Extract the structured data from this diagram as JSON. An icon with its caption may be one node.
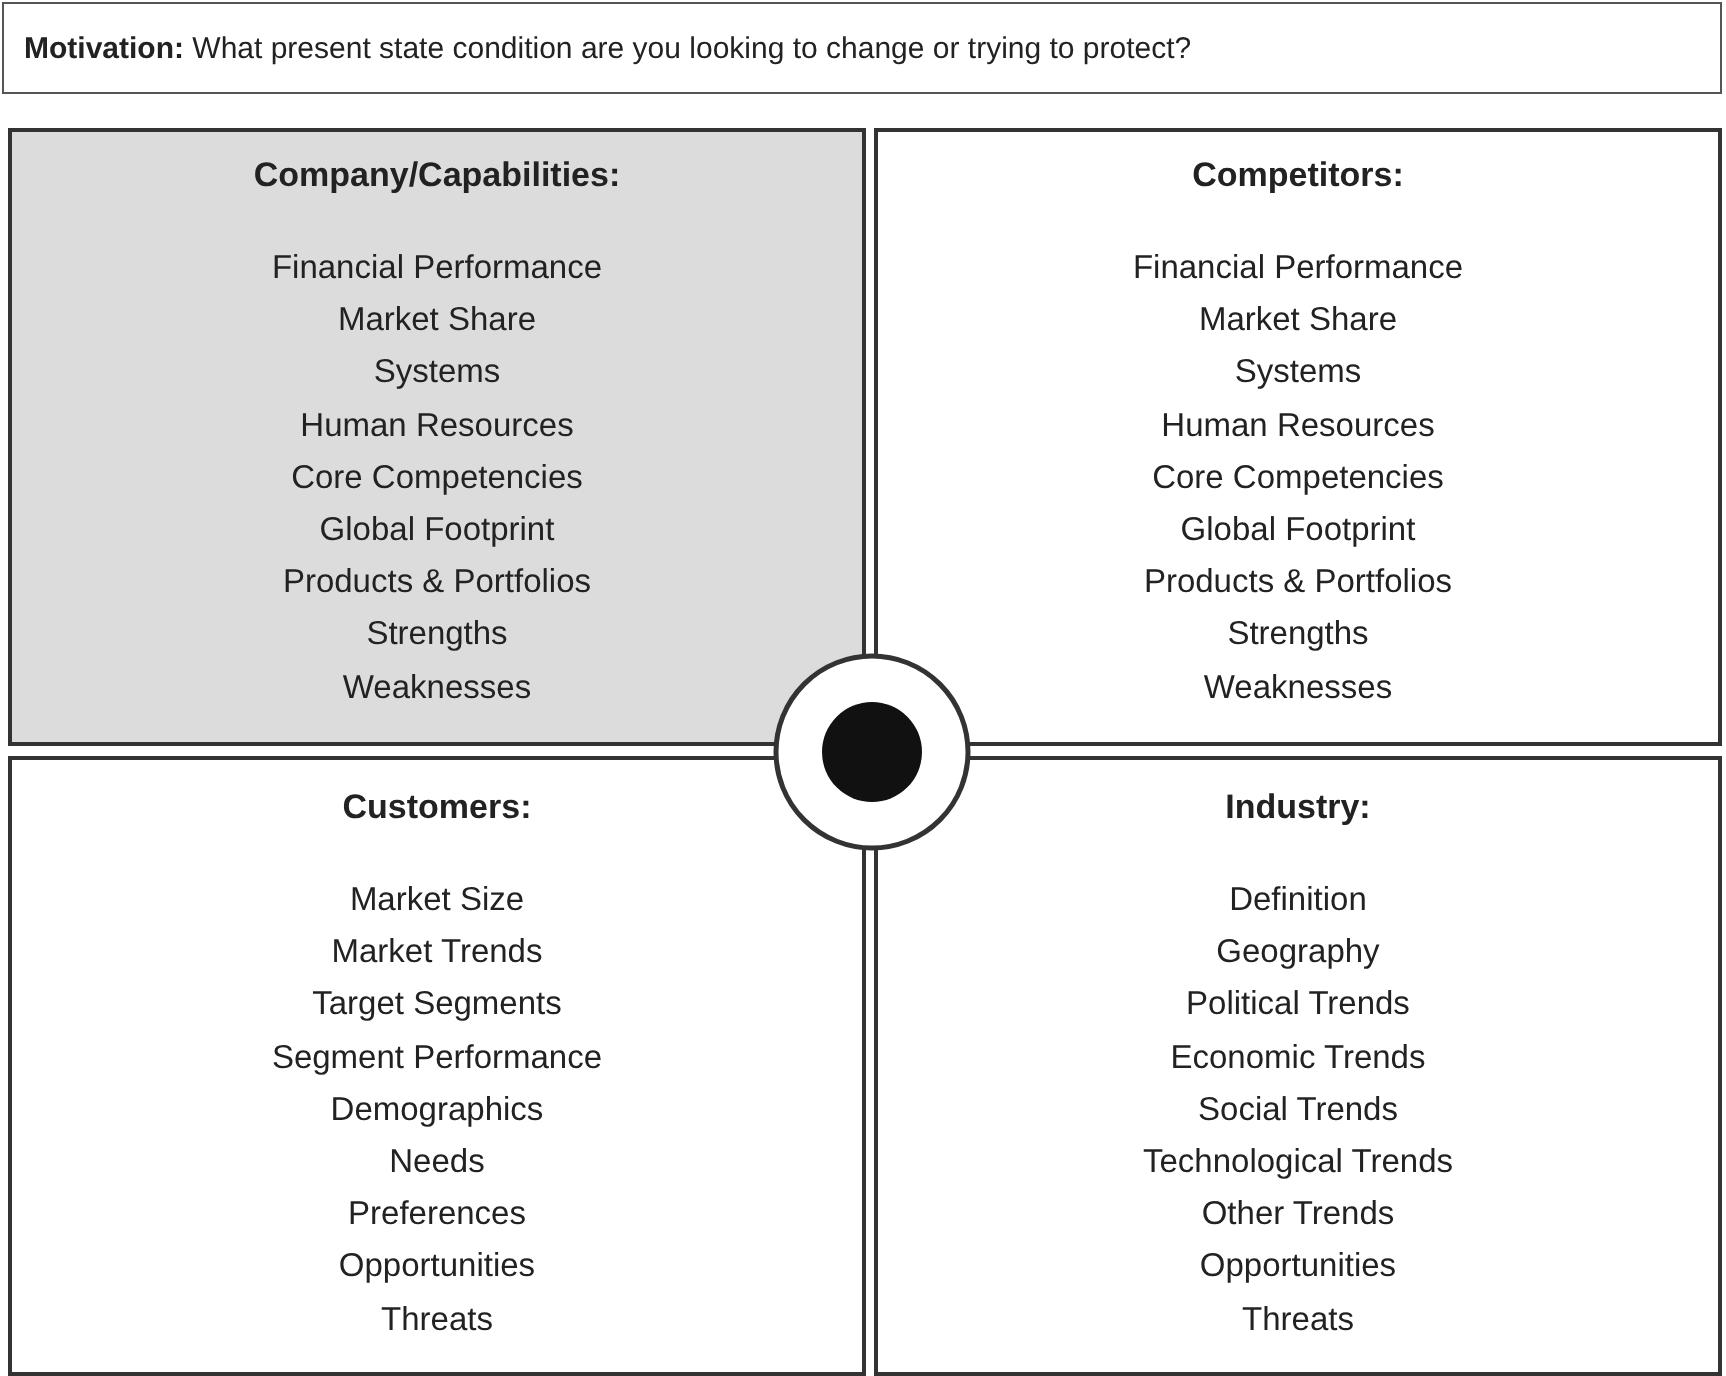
{
  "diagram": {
    "nodes": [
      {
        "text": [
          "**Motivation:** What present state condition are you looking to change or trying to protect?"
        ]
      },
      {
        "text": [
          "Company/Capabilities:",
          "Financial Performance",
          "Market Share",
          "Systems",
          "Human Resources",
          "Core Competencies",
          "Global Footprint",
          "Products & Portfolios",
          "Strengths",
          "Weaknesses"
        ]
      },
      {
        "text": [
          "Competitors:",
          "Financial Performance",
          "Market Share",
          "Systems",
          "Human Resources",
          "Core Competencies",
          "Global Footprint",
          "Products & Portfolios",
          "Strengths",
          "Weaknesses"
        ]
      },
      {
        "text": [
          "Customers:",
          "Market Size",
          "Market Trends",
          "Target Segments",
          "Segment Performance",
          "Demographics",
          "Needs",
          "Preferences",
          "Opportunities",
          "Threats"
        ]
      },
      {
        "text": [
          "Industry:",
          "Definition",
          "Geography",
          "Political Trends",
          "Economic Trends",
          "Social Trends",
          "Technological Trends",
          "Other Trends",
          "Opportunities",
          "Threats"
        ]
      },
      {
        "text": [],
        "shape": "circle"
      }
    ]
  }
}
